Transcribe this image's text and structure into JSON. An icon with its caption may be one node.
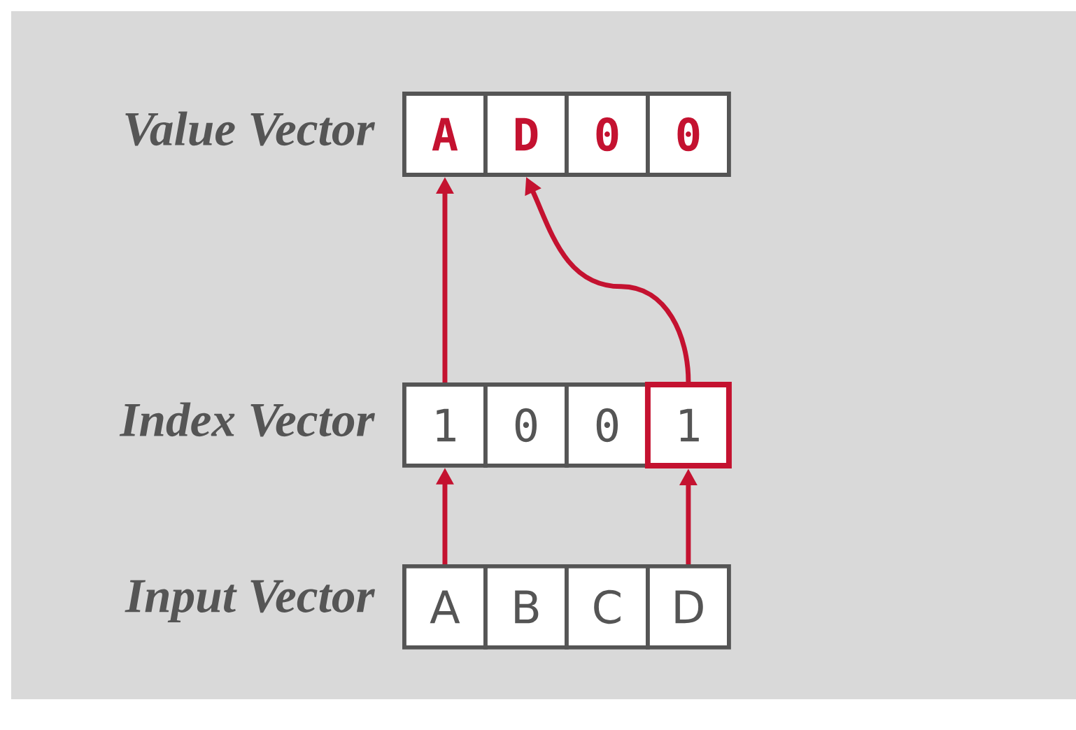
{
  "diagram": {
    "nodes": [
      {
        "text": [
          "A"
        ]
      },
      {
        "text": [
          "D"
        ]
      },
      {
        "text": [
          "0"
        ]
      },
      {
        "text": [
          "0"
        ]
      },
      {
        "text": [
          "1"
        ]
      },
      {
        "text": [
          "0"
        ]
      },
      {
        "text": [
          "0"
        ]
      },
      {
        "text": [
          "1"
        ]
      },
      {
        "text": [
          "A"
        ]
      },
      {
        "text": [
          "B"
        ]
      },
      {
        "text": [
          "C"
        ]
      },
      {
        "text": [
          "D"
        ]
      }
    ],
    "edges": [
      {
        "from": 8,
        "to": 4,
        "arrow": "to"
      },
      {
        "from": 11,
        "to": 7,
        "arrow": "to"
      },
      {
        "from": 4,
        "to": 0,
        "arrow": "to"
      },
      {
        "from": 7,
        "to": 1,
        "arrow": "to"
      }
    ],
    "labels": [
      "Value Vector",
      "Index Vector",
      "Input Vector"
    ]
  }
}
